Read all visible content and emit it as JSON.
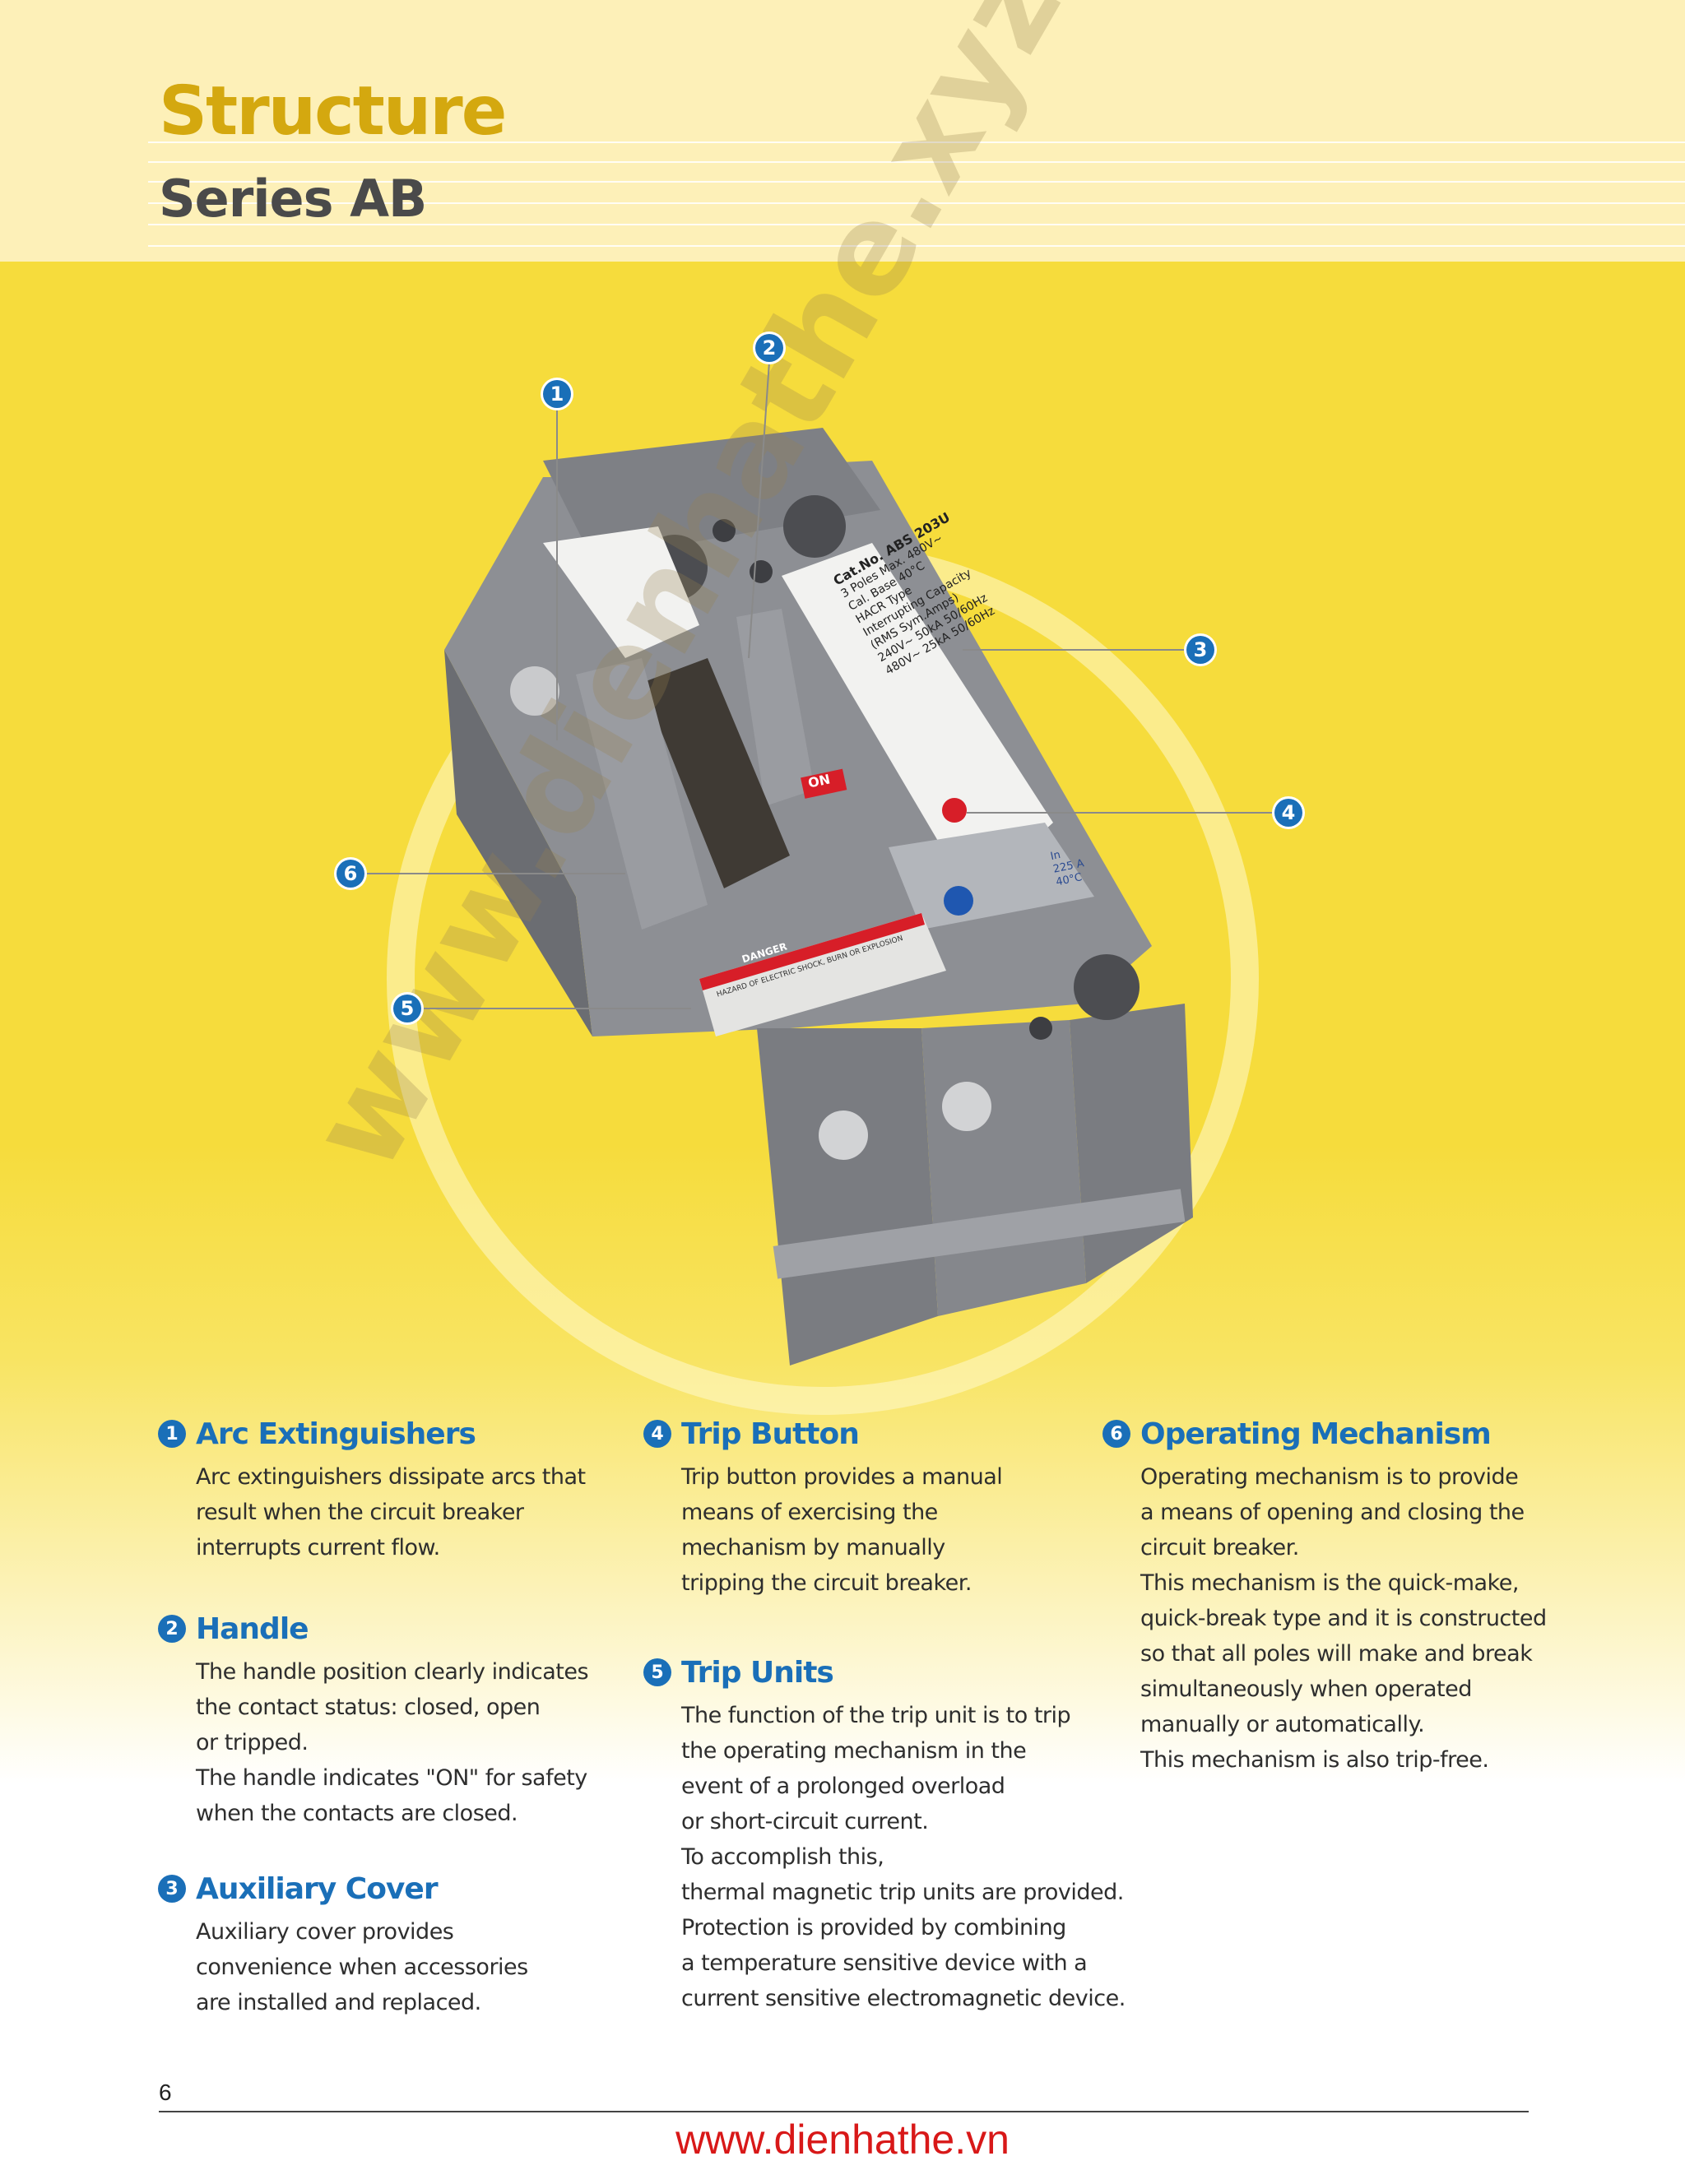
{
  "header": {
    "title": "Structure",
    "subtitle": "Series AB"
  },
  "illustration": {
    "label_cat_no": "Cat.No. ABS 203U",
    "label_poles": "3 Poles Max. 480V~",
    "label_cal": "Cal. Base 40°C",
    "label_hacr": "HACR Type",
    "label_capacity": "Interrupting Capacity",
    "label_rms": "(RMS Sym.Amps)",
    "label_240": "240V~ 50kA 50/60Hz",
    "label_480": "480V~ 25kA 50/60Hz",
    "label_on": "ON",
    "label_in": "In",
    "label_amps": "225 A",
    "label_temp": "40°C",
    "label_danger": "DANGER",
    "label_hazard": "HAZARD OF ELECTRIC SHOCK, BURN OR EXPLOSION",
    "watermark": "www.dienhathe.xyz",
    "callouts": [
      "1",
      "2",
      "3",
      "4",
      "5",
      "6"
    ]
  },
  "sections": [
    {
      "num": "1",
      "title": "Arc Extinguishers",
      "lines": [
        "Arc extinguishers dissipate arcs that",
        "result when the circuit breaker",
        "interrupts current flow."
      ]
    },
    {
      "num": "2",
      "title": "Handle",
      "lines": [
        "The handle position clearly indicates",
        "the contact status: closed, open",
        "or tripped.",
        "The handle indicates \"ON\" for safety",
        "when the contacts are closed."
      ]
    },
    {
      "num": "3",
      "title": "Auxiliary Cover",
      "lines": [
        "Auxiliary cover provides",
        "convenience when accessories",
        "are installed and replaced."
      ]
    },
    {
      "num": "4",
      "title": "Trip Button",
      "lines": [
        "Trip button provides a manual",
        "means of exercising the",
        "mechanism by manually",
        "tripping the circuit breaker."
      ]
    },
    {
      "num": "5",
      "title": "Trip Units",
      "lines": [
        "The function of the trip unit is to trip",
        "the operating mechanism in the",
        "event of a prolonged overload",
        "or short-circuit current.",
        "To accomplish this,",
        "thermal magnetic trip units are provided.",
        "Protection is provided by combining",
        "a temperature sensitive device with a",
        "current sensitive electromagnetic device."
      ]
    },
    {
      "num": "6",
      "title": "Operating Mechanism",
      "lines": [
        "Operating mechanism is to provide",
        "a means of opening and closing the",
        "circuit breaker.",
        "This mechanism is the quick-make,",
        "quick-break type and it is constructed",
        "so that all poles will make and break",
        "simultaneously when operated",
        "manually or automatically.",
        "This mechanism is also trip-free."
      ]
    }
  ],
  "footer": {
    "page_number": "6",
    "url": "www.dienhathe.vn"
  }
}
